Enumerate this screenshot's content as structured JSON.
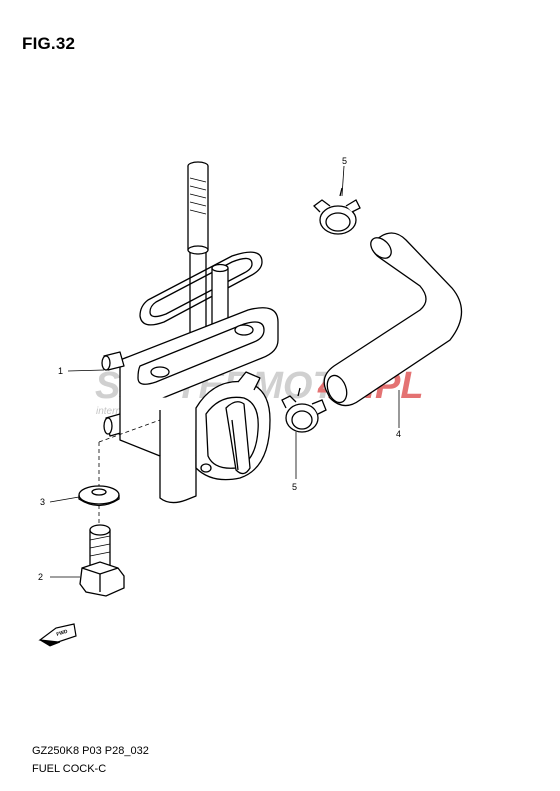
{
  "figure": {
    "title": "FIG.32"
  },
  "footer": {
    "code": "GZ250K8 P03 P28_032",
    "name": "FUEL COCK-C"
  },
  "callouts": [
    "1",
    "2",
    "3",
    "4",
    "5",
    "5"
  ],
  "watermark": {
    "text_a": "SKUTERMOTO",
    "text_b": "4S.PL",
    "sub": "internetowy sklep motocyklowy",
    "color_gray": "#c8c8c8",
    "color_red": "#e05a5a"
  },
  "fwd_label": "FWD"
}
